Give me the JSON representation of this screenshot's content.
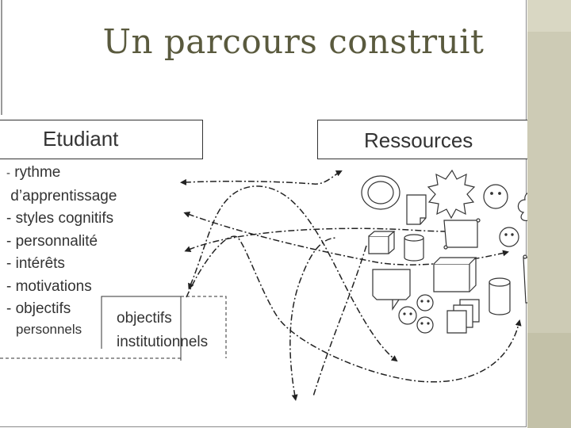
{
  "title": "Un parcours construit",
  "etudiant_label": "Etudiant",
  "ressources_label": "Ressources",
  "student_traits": [
    {
      "dash": "-",
      "text": "rythme"
    },
    {
      "dash": "",
      "text": "d’apprentissage"
    },
    {
      "dash": "-",
      "text": "styles cognitifs"
    },
    {
      "dash": "-",
      "text": "personnalité"
    },
    {
      "dash": "-",
      "text": "intérêts"
    },
    {
      "dash": "-",
      "text": "motivations"
    },
    {
      "dash": "-",
      "text": "objectifs"
    }
  ],
  "objectifs_personnels": "personnels",
  "objectifs_institutionnels_line1": "objectifs",
  "objectifs_institutionnels_line2": "institutionnels",
  "colors": {
    "accent_sidebar": "#cdcbb5",
    "title_color": "#5a5a3e",
    "line_color": "#222222"
  },
  "icons": [
    "circle-icon",
    "starburst-icon",
    "smiley-icon",
    "document-icon",
    "scroll-icon",
    "cube-icon",
    "cylinder-icon",
    "cloud-icon",
    "speech-bubble-icon",
    "box-3d-icon",
    "smiley-group-icon",
    "stacked-pages-icon"
  ]
}
